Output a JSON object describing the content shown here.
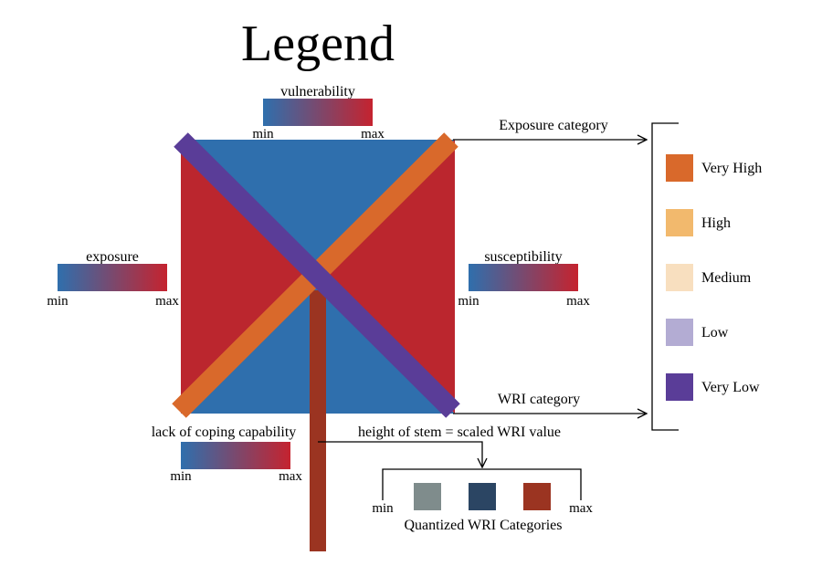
{
  "title": "Legend",
  "gradients": {
    "vulnerability": {
      "label": "vulnerability",
      "min": "min",
      "max": "max"
    },
    "exposure": {
      "label": "exposure",
      "min": "min",
      "max": "max"
    },
    "susceptibility": {
      "label": "susceptibility",
      "min": "min",
      "max": "max"
    },
    "coping": {
      "label": "lack of coping capability",
      "min": "min",
      "max": "max"
    }
  },
  "annotations": {
    "exposure_category": "Exposure category",
    "wri_category": "WRI category",
    "stem_note": "height of stem = scaled WRI value"
  },
  "exposure_levels": [
    {
      "label": "Very High",
      "color": "#d9692b"
    },
    {
      "label": "High",
      "color": "#f2b96d"
    },
    {
      "label": "Medium",
      "color": "#f8dfbf"
    },
    {
      "label": "Low",
      "color": "#b3acd3"
    },
    {
      "label": "Very Low",
      "color": "#5a3d98"
    }
  ],
  "quantized": {
    "title": "Quantized WRI Categories",
    "min": "min",
    "max": "max",
    "colors": [
      "#7f8c8c",
      "#2b4563",
      "#9b3421"
    ]
  },
  "colors": {
    "gradient_start": "#2f6fad",
    "gradient_end": "#c5232f",
    "square_blue": "#2f6fad",
    "square_red": "#bb262e",
    "stem": "#9b3421",
    "bar_exposure": "#d9692b",
    "bar_wri": "#5a3d98"
  }
}
